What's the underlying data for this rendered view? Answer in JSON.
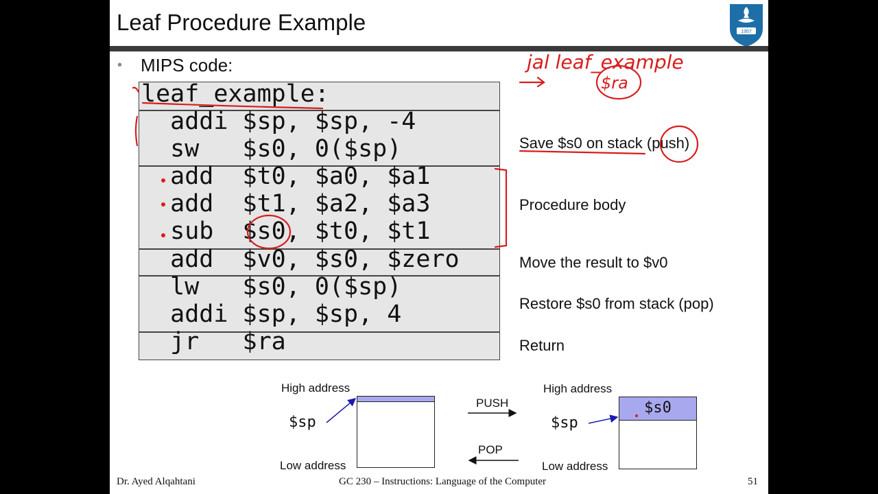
{
  "slide": {
    "title": "Leaf Procedure Example",
    "bullet": "MIPS code:"
  },
  "code": {
    "lines": [
      "leaf_example:",
      "  addi $sp, $sp, -4",
      "  sw   $s0, 0($sp)",
      "  add  $t0, $a0, $a1",
      "  add  $t1, $a2, $a3",
      "  sub  $s0, $t0, $t1",
      "  add  $v0, $s0, $zero",
      "  lw   $s0, 0($sp)",
      "  addi $sp, $sp, 4",
      "  jr   $ra"
    ]
  },
  "descriptions": {
    "save": "Save $s0 on stack (push)",
    "body": "Procedure body",
    "move": "Move the result to $v0",
    "restore": "Restore $s0 from stack (pop)",
    "return": "Return"
  },
  "diagram": {
    "left_high": "High address",
    "left_low": "Low address",
    "left_sp": "$sp",
    "push": "PUSH",
    "pop": "POP",
    "right_high": "High address",
    "right_low": "Low address",
    "right_sp": "$sp",
    "right_cell": "$s0"
  },
  "footer": {
    "author": "Dr. Ayed Alqahtani",
    "course": "GC 230 – Instructions: Language of the Computer",
    "page": "51"
  },
  "annotations": {
    "jal": "jal leaf_example",
    "ra": "$ra"
  },
  "logo": {
    "year": "1957"
  },
  "colors": {
    "ink": "#d81c1c",
    "stack_fill": "#a8a8ee",
    "arrow": "#1a1ab0",
    "code_bg": "#e6e6e6",
    "title_bar": "#3a3a3a"
  }
}
